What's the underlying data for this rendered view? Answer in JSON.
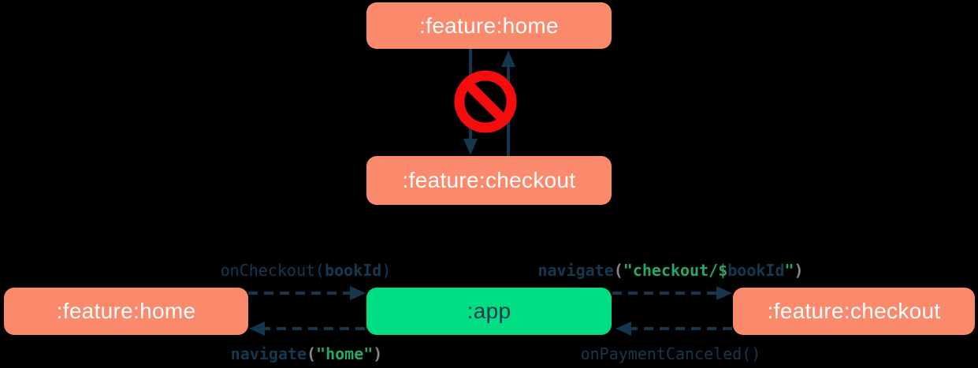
{
  "nodes": {
    "top_home": ":feature:home",
    "top_checkout": ":feature:checkout",
    "bottom_home": ":feature:home",
    "bottom_app": ":app",
    "bottom_checkout": ":feature:checkout"
  },
  "code_labels": {
    "on_checkout": {
      "fn": "onCheckout",
      "open": "(",
      "arg": "bookId",
      "close": ")"
    },
    "navigate_checkout": {
      "fn": "navigate",
      "open": "(",
      "str_prefix": "\"checkout/$",
      "arg": "bookId",
      "str_suffix": "\"",
      "close": ")"
    },
    "navigate_home": {
      "fn": "navigate",
      "open": "(",
      "str": "\"home\"",
      "close": ")"
    },
    "on_payment_canceled": {
      "fn": "onPaymentCanceled",
      "parens": "()"
    }
  },
  "colors": {
    "background": "#000000",
    "feature_node_fill": "#FB8A6C",
    "app_node_fill": "#00DE83",
    "node_text_light": "#FDFDFE",
    "node_text_dark": "#14374D",
    "arrow": "#15374D",
    "code_navy": "#16384E",
    "code_green": "#28A769",
    "code_gray": "#868686",
    "no_entry_red": "#F50D0D"
  }
}
